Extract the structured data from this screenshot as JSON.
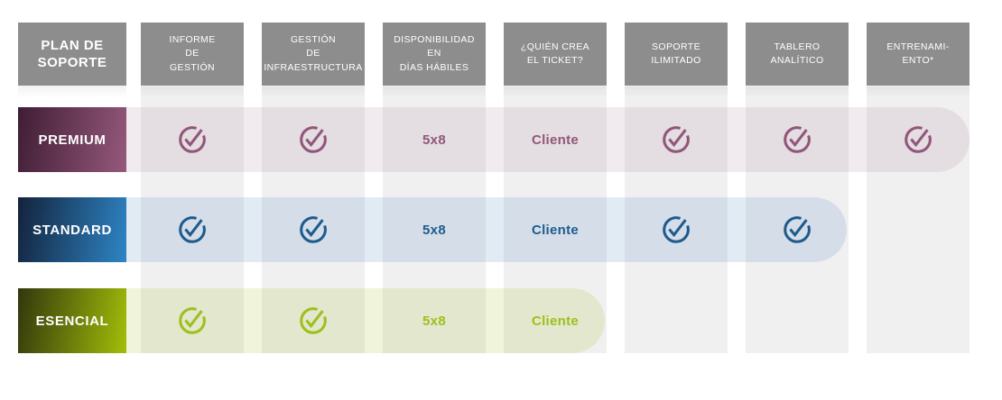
{
  "header": {
    "plan": "PLAN DE\nSOPORTE",
    "features": [
      "INFORME\nDE\nGESTIÓN",
      "GESTIÓN\nDE\nINFRAESTRUCTURA",
      "DISPONIBILIDAD\nEN\nDÍAS HÁBILES",
      "¿QUIÉN CREA\nEL TICKET?",
      "SOPORTE\nILIMITADO",
      "TABLERO\nANALÍTICO",
      "ENTRENAMI-\nENTO*"
    ]
  },
  "rows": [
    {
      "plan": "PREMIUM",
      "accent": "#91567a",
      "gradient": [
        "#3f1d35",
        "#96597b"
      ],
      "band_color": "rgba(145,92,126,0.13)",
      "cells": {
        "informe_gestion": "check",
        "gestion_infraestructura": "check",
        "disponibilidad": "5x8",
        "quien_crea_ticket": "Cliente",
        "soporte_ilimitado": "check",
        "tablero_analitico": "check",
        "entrenamiento": "check"
      }
    },
    {
      "plan": "STANDARD",
      "accent": "#1e5b8e",
      "gradient": [
        "#13233c",
        "#2e85c5"
      ],
      "band_color": "rgba(52,122,183,0.15)",
      "cells": {
        "informe_gestion": "check",
        "gestion_infraestructura": "check",
        "disponibilidad": "5x8",
        "quien_crea_ticket": "Cliente",
        "soporte_ilimitado": "check",
        "tablero_analitico": "check",
        "entrenamiento": ""
      }
    },
    {
      "plan": "ESENCIAL",
      "accent": "#9cc01b",
      "gradient": [
        "#32370c",
        "#a2be0a"
      ],
      "band_color": "rgba(158,190,35,0.17)",
      "cells": {
        "informe_gestion": "check",
        "gestion_infraestructura": "check",
        "disponibilidad": "5x8",
        "quien_crea_ticket": "Cliente",
        "soporte_ilimitado": "",
        "tablero_analitico": "",
        "entrenamiento": ""
      }
    }
  ],
  "colors": {
    "header_box": "#8d8d8d",
    "column_band": "#f1f0f1",
    "premium_accent": "#91567a",
    "standard_accent": "#1e5b8e",
    "esencial_accent": "#9cc01b"
  },
  "chart_data": {
    "type": "table",
    "title": "PLAN DE SOPORTE",
    "columns": [
      "PLAN DE SOPORTE",
      "INFORME DE GESTIÓN",
      "GESTIÓN DE INFRAESTRUCTURA",
      "DISPONIBILIDAD EN DÍAS HÁBILES",
      "¿QUIÉN CREA EL TICKET?",
      "SOPORTE ILIMITADO",
      "TABLERO ANALÍTICO",
      "ENTRENAMIENTO*"
    ],
    "rows": [
      [
        "PREMIUM",
        true,
        true,
        "5x8",
        "Cliente",
        true,
        true,
        true
      ],
      [
        "STANDARD",
        true,
        true,
        "5x8",
        "Cliente",
        true,
        true,
        false
      ],
      [
        "ESENCIAL",
        true,
        true,
        "5x8",
        "Cliente",
        false,
        false,
        false
      ]
    ]
  }
}
